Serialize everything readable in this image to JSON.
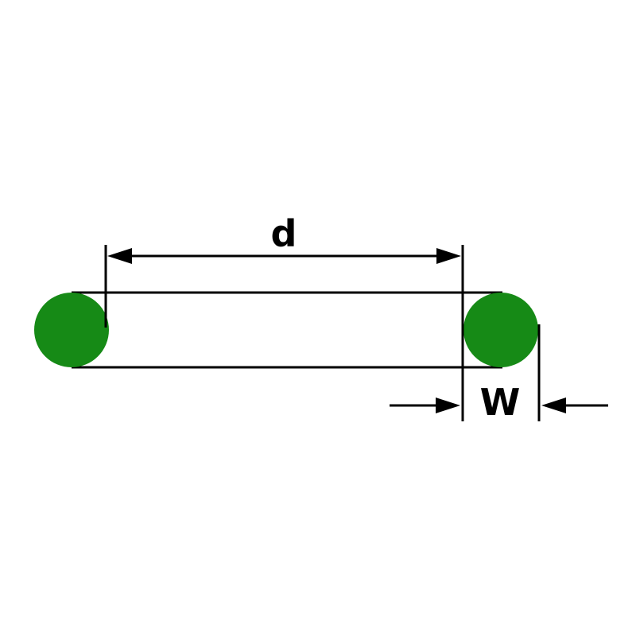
{
  "diagram": {
    "kind": "o-ring-dimension-drawing",
    "labels": {
      "inner_diameter": "d",
      "cross_section_width": "W"
    },
    "colors": {
      "ring_green": "#168a16",
      "line_black": "#000000",
      "background": "#ffffff"
    }
  }
}
